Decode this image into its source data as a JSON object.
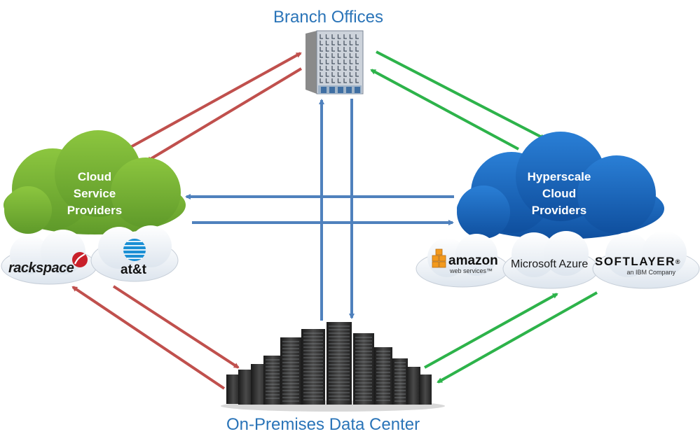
{
  "nodes": {
    "branch_offices": {
      "label": "Branch Offices",
      "icon": "office-building-icon"
    },
    "data_center": {
      "label": "On-Premises Data Center",
      "icon": "server-racks-icon"
    },
    "cloud_service_providers": {
      "label_lines": [
        "Cloud",
        "Service",
        "Providers"
      ],
      "color": "#7cb83c",
      "providers": [
        "rackspace",
        "at&t"
      ]
    },
    "hyperscale_cloud_providers": {
      "label_lines": [
        "Hyperscale",
        "Cloud",
        "Providers"
      ],
      "color": "#1a68c4",
      "providers": {
        "amazon": {
          "name": "amazon",
          "sub": "web services",
          "tm": "™"
        },
        "azure": "Microsoft Azure",
        "softlayer": {
          "name": "SOFTLAYER",
          "tm": "®",
          "sub": "an IBM Company"
        }
      }
    }
  },
  "edges": [
    {
      "from": "cloud_service_providers",
      "to": "branch_offices",
      "color": "#c0504d",
      "bidirectional": true
    },
    {
      "from": "branch_offices",
      "to": "hyperscale_cloud_providers",
      "color": "#2db34a",
      "bidirectional": true
    },
    {
      "from": "cloud_service_providers",
      "to": "hyperscale_cloud_providers",
      "color": "#4f81bd",
      "bidirectional": true
    },
    {
      "from": "branch_offices",
      "to": "data_center",
      "color": "#4f81bd",
      "bidirectional": true
    },
    {
      "from": "cloud_service_providers",
      "to": "data_center",
      "color": "#c0504d",
      "bidirectional": true
    },
    {
      "from": "hyperscale_cloud_providers",
      "to": "data_center",
      "color": "#2db34a",
      "bidirectional": true
    }
  ],
  "colors": {
    "title": "#2a74b8",
    "arrow_red": "#c0504d",
    "arrow_green": "#2db34a",
    "arrow_blue": "#4f81bd",
    "rackspace_red": "#c8202a",
    "amazon_orange": "#f39a1e"
  }
}
